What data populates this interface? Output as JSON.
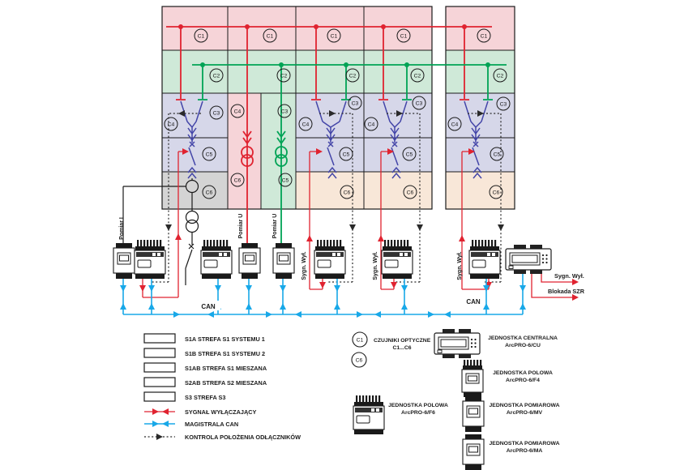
{
  "colors": {
    "zone_s1a": "#f6d4d8",
    "zone_s1b": "#cfe9d8",
    "zone_s1ab": "#d6d7e9",
    "zone_s2ab": "#f8e7d8",
    "zone_s3": "#d4d4d4",
    "trip_signal": "#e02330",
    "bus_system2": "#00a355",
    "can_bus": "#18a8e8",
    "switch_symbol": "#4345a8"
  },
  "sensors": {
    "c1": "C1",
    "c2": "C2",
    "c3": "C3",
    "c4": "C4",
    "c5": "C5",
    "c6": "C6"
  },
  "labels": {
    "pomiar_i": "Pomiar I",
    "pomiar_u": "Pomiar U",
    "sygn_wyl": "Sygn. Wył.",
    "can": "CAN",
    "blokada_szr": "Blokada SZR"
  },
  "legend": {
    "zones": [
      {
        "label": "S1A  STREFA S1 SYSTEMU 1",
        "color": "#f6d4d8"
      },
      {
        "label": "S1B  STREFA S1 SYSTEMU 2",
        "color": "#cfe9d8"
      },
      {
        "label": "S1AB  STREFA S1 MIESZANA",
        "color": "#d6d7e9"
      },
      {
        "label": "S2AB  STREFA S2 MIESZANA",
        "color": "#f8e7d8"
      },
      {
        "label": "S3  STREFA S3",
        "color": "#d4d4d4"
      }
    ],
    "signals": [
      {
        "label": "SYGNAŁ WYŁĄCZAJĄCY"
      },
      {
        "label": "MAGISTRALA CAN"
      },
      {
        "label": "KONTROLA POŁOŻENIA ODŁĄCZNIKÓW"
      }
    ],
    "sensors_title": "CZUJNIKI OPTYCZNE",
    "sensors_range": "C1...C6",
    "units": [
      {
        "name": "JEDNOSTKA CENTRALNA",
        "model": "ArcPRO-6/CU"
      },
      {
        "name": "JEDNOSTKA POLOWA",
        "model": "ArcPRO-6/F4"
      },
      {
        "name": "JEDNOSTKA POLOWA",
        "model": "ArcPRO-6/F6"
      },
      {
        "name": "JEDNOSTKA POMIAROWA",
        "model": "ArcPRO-6/MV"
      },
      {
        "name": "JEDNOSTKA POMIAROWA",
        "model": "ArcPRO-6/MA"
      }
    ]
  }
}
